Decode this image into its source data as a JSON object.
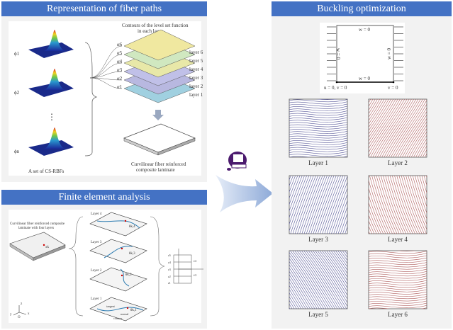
{
  "panels": {
    "fiber_paths": {
      "title": "Representation of fiber paths",
      "rbf_labels": [
        "ϕ1",
        "ϕ2",
        "⋮",
        "ϕn"
      ],
      "rbf_caption": "A set of CS-RBFs",
      "contour_title_line1": "Contours of the level set function",
      "contour_title_line2": "in each layer",
      "alpha_labels": [
        "α6",
        "α5",
        "α4",
        "α3",
        "α2",
        "α1"
      ],
      "layer_labels": [
        "layer 6",
        "layer 5",
        "layer 4",
        "layer 3",
        "layer 2",
        "layer 1"
      ],
      "laminate_caption_line1": "Curvilinear fiber reinforced",
      "laminate_caption_line2": "composite laminate"
    },
    "fea": {
      "title": "Finite element analysis",
      "laminate_caption_line1": "Curvilinear fiber reinforced composite",
      "laminate_caption_line2": "laminate with four layers",
      "point_label": "xk",
      "layer_labels": [
        "Layer 4",
        "Layer 3",
        "Layer 2",
        "Layer 1"
      ],
      "theta_labels": [
        "θk,4",
        "θk,3",
        "θk,2",
        "θk,1"
      ],
      "annotations": {
        "tangent": "tangent",
        "normal": "normal",
        "contour": "contour"
      },
      "axes": {
        "x": "x",
        "y": "y",
        "z": "z",
        "origin": "O"
      },
      "stack_z_labels": [
        "z5",
        "z4",
        "z3",
        "z2",
        "z1"
      ],
      "stack_t_labels": [
        "t/2",
        "t/2"
      ]
    },
    "buckling": {
      "title": "Buckling optimization",
      "bc_labels": {
        "top": "w = 0",
        "bottom": "w = 0",
        "left": "w = 0",
        "right": "w = 0",
        "corner_left": "u = 0, v = 0",
        "corner_right": "v = 0"
      },
      "layers": [
        {
          "label": "Layer 1",
          "color": "#5a5a9a",
          "pattern": "wavy-horizontal"
        },
        {
          "label": "Layer 2",
          "color": "#b06060",
          "pattern": "diagonal-curved"
        },
        {
          "label": "Layer 3",
          "color": "#5a5a9a",
          "pattern": "diagonal-steep"
        },
        {
          "label": "Layer 4",
          "color": "#b06060",
          "pattern": "diagonal-steep-mirror"
        },
        {
          "label": "Layer 5",
          "color": "#5a5a9a",
          "pattern": "diagonal-curved-mirror"
        },
        {
          "label": "Layer 6",
          "color": "#b06060",
          "pattern": "wavy-horizontal"
        }
      ]
    }
  },
  "colors": {
    "header": "#4472c4",
    "panel_bg": "#f2f2f2",
    "arrow": "#b4c7e7",
    "computer": "#4b1a6e"
  }
}
